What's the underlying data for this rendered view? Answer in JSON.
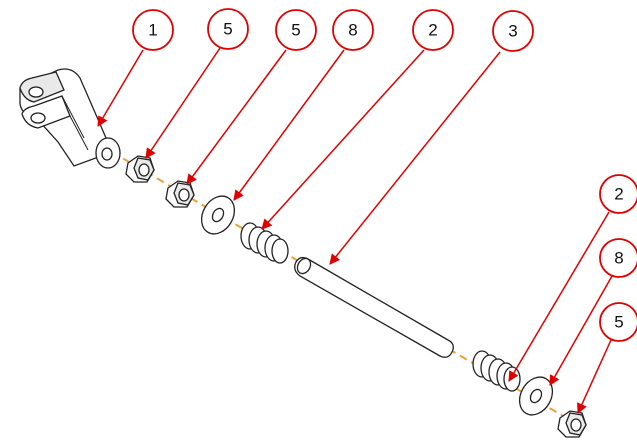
{
  "balloon_color": "#e00000",
  "axis_color": "#f0a030",
  "balloons": [
    {
      "id": "balloon-1",
      "label": "1"
    },
    {
      "id": "balloon-5a",
      "label": "5"
    },
    {
      "id": "balloon-5b",
      "label": "5"
    },
    {
      "id": "balloon-8a",
      "label": "8"
    },
    {
      "id": "balloon-2a",
      "label": "2"
    },
    {
      "id": "balloon-3",
      "label": "3"
    },
    {
      "id": "balloon-2b",
      "label": "2"
    },
    {
      "id": "balloon-8b",
      "label": "8"
    },
    {
      "id": "balloon-5c",
      "label": "5"
    }
  ]
}
